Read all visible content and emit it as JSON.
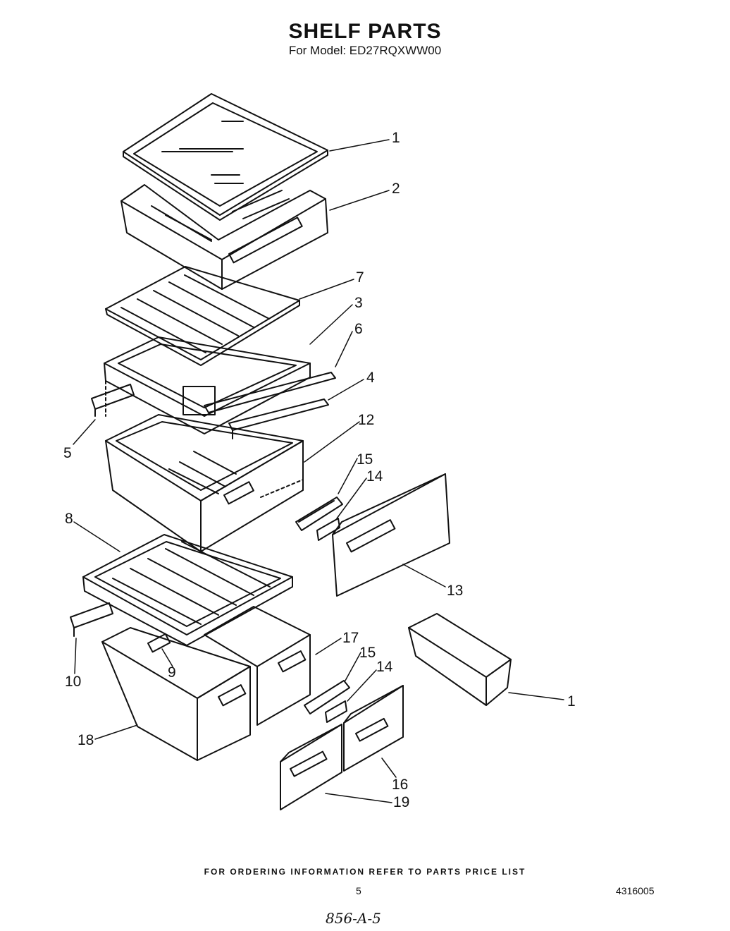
{
  "header": {
    "title": "SHELF PARTS",
    "subtitle": "For Model: ED27RQXWW00"
  },
  "callouts": {
    "c1a": "1",
    "c2": "2",
    "c7": "7",
    "c3": "3",
    "c6": "6",
    "c4": "4",
    "c12": "12",
    "c5": "5",
    "c15a": "15",
    "c14a": "14",
    "c8": "8",
    "c13": "13",
    "c17": "17",
    "c15b": "15",
    "c14b": "14",
    "c10": "10",
    "c9": "9",
    "c1b": "1",
    "c18": "18",
    "c16": "16",
    "c19": "19"
  },
  "footer": {
    "note": "FOR ORDERING INFORMATION REFER TO PARTS PRICE LIST",
    "page": "5",
    "doc_number": "4316005",
    "handwritten": "856-A-5"
  }
}
